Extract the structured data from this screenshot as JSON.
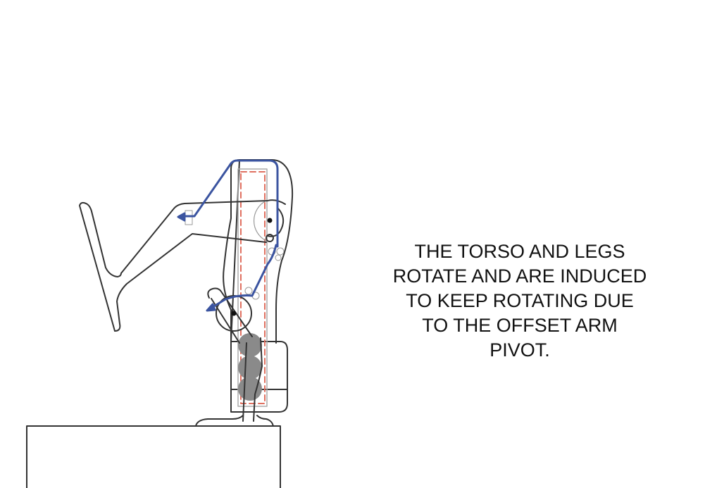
{
  "caption": {
    "lines": [
      "THE TORSO AND LEGS",
      "ROTATE AND ARE INDUCED",
      "TO KEEP ROTATING DUE",
      "TO THE OFFSET ARM",
      "PIVOT."
    ]
  },
  "colors": {
    "outline": "#333333",
    "arrow": "#3b54a0",
    "dashed_frame": "#e07060",
    "weights": "#8a8a8a"
  }
}
